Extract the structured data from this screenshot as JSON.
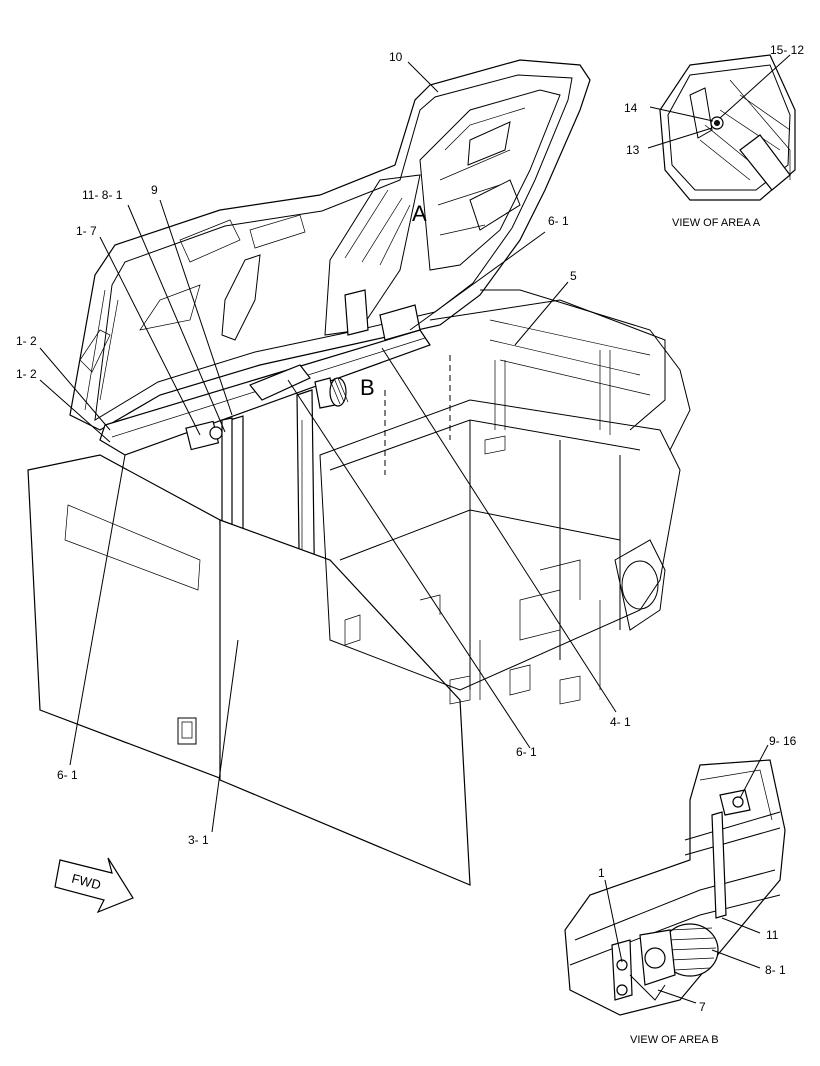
{
  "callouts": {
    "c10": "10",
    "c15_12": "15- 12",
    "c14": "14",
    "c13": "13",
    "c11_8_1": "11- 8- 1",
    "c9": "9",
    "c1_7": "1- 7",
    "c6_1_top": "6- 1",
    "c5": "5",
    "c1_2_a": "1- 2",
    "c1_2_b": "1- 2",
    "c6_1_left": "6- 1",
    "c3_1": "3- 1",
    "c6_1_mid": "6- 1",
    "c4_1": "4- 1",
    "c9_16": "9- 16",
    "c1": "1",
    "c11": "11",
    "c8_1": "8- 1",
    "c7": "7"
  },
  "area_letters": {
    "a": "A",
    "b": "B"
  },
  "captions": {
    "view_a": "VIEW OF AREA A",
    "view_b": "VIEW OF AREA B"
  },
  "fwd_label": "FWD"
}
